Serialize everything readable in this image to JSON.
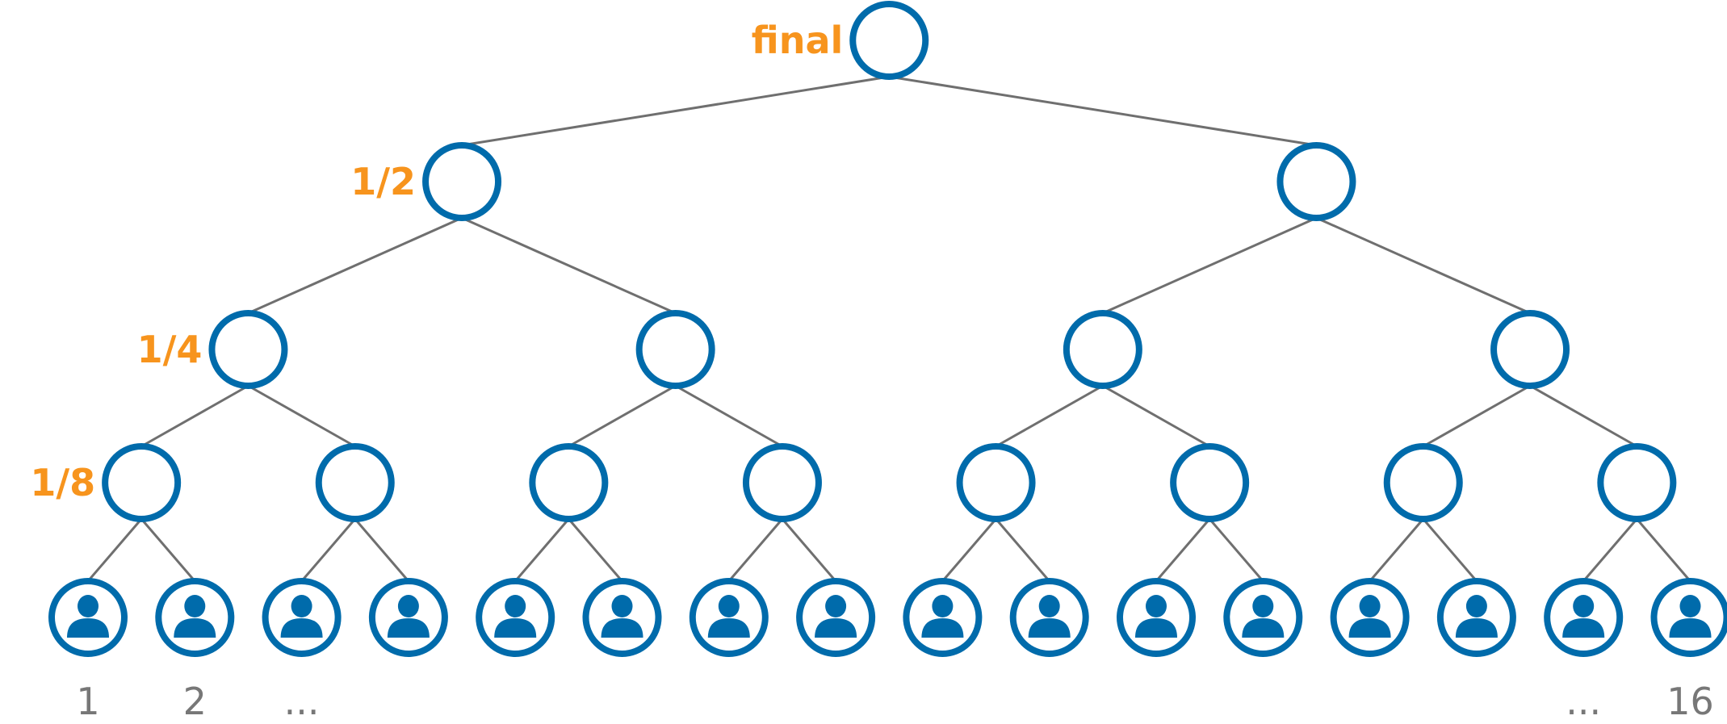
{
  "diagram": {
    "type": "tournament-bracket",
    "colors": {
      "node": "#006BAB",
      "edge": "#6F6F6F",
      "round_label": "#F7941D",
      "seed_label": "#777777"
    },
    "rounds": [
      {
        "label": "final",
        "nodes": 1
      },
      {
        "label": "1/2",
        "nodes": 2
      },
      {
        "label": "1/4",
        "nodes": 4
      },
      {
        "label": "1/8",
        "nodes": 8
      }
    ],
    "participants": {
      "count": 16,
      "icon": "person-icon",
      "labels": [
        "1",
        "2",
        "...",
        "",
        "",
        "",
        "",
        "",
        "",
        "",
        "",
        "",
        "",
        "",
        "...",
        "16"
      ]
    }
  }
}
